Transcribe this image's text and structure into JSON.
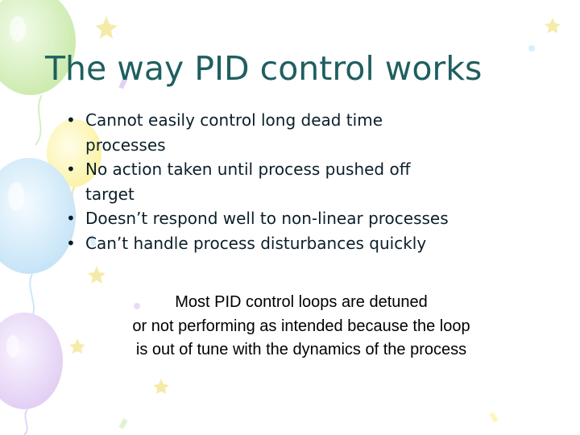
{
  "slide": {
    "title": "The way  PID control works",
    "bullets": [
      {
        "lines": [
          "Cannot easily control long dead time",
          "processes"
        ]
      },
      {
        "lines": [
          "No action taken until process pushed off",
          "target"
        ]
      },
      {
        "lines": [
          "Doesn’t respond well to non-linear processes"
        ]
      },
      {
        "lines": [
          "Can’t handle process disturbances quickly"
        ]
      }
    ],
    "bullet_glyph": "•",
    "note_lines": [
      "Most PID control loops are detuned",
      "or not performing as intended because the loop",
      "is out of tune with the dynamics of the process"
    ]
  },
  "colors": {
    "title": "#1f5f5f",
    "body_text": "#0b1f2a",
    "balloon_green": "#cdebb0",
    "balloon_yellow": "#fbf3a8",
    "balloon_blue": "#cde8f8",
    "balloon_purple": "#e6d5f5",
    "star_yellow": "#f3e79a"
  }
}
